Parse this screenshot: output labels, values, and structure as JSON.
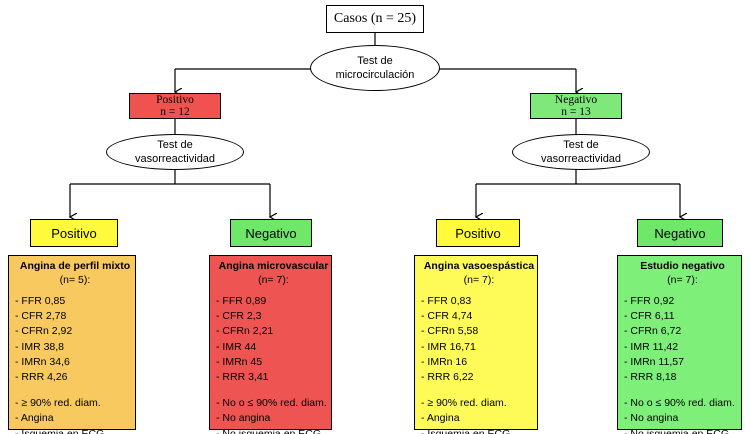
{
  "root": {
    "label": "Casos (n = 25)"
  },
  "test_micro": {
    "line1": "Test de",
    "line2": "microcirculación"
  },
  "micro_positive": {
    "label": "Positivo",
    "n": "n = 12",
    "color": "#f0524f"
  },
  "micro_negative": {
    "label": "Negativo",
    "n": "n = 13",
    "color": "#7ee87a"
  },
  "test_vaso_left": {
    "line1": "Test de",
    "line2": "vasorreactividad"
  },
  "test_vaso_right": {
    "line1": "Test de",
    "line2": "vasorreactividad"
  },
  "level3": {
    "left_pos": {
      "label": "Positivo",
      "color": "#fffb3c"
    },
    "left_neg": {
      "label": "Negativo",
      "color": "#6fe86a"
    },
    "right_pos": {
      "label": "Positivo",
      "color": "#fffb3c"
    },
    "right_neg": {
      "label": "Negativo",
      "color": "#6fe86a"
    }
  },
  "cards": [
    {
      "title": "Angina de perfil mixto",
      "n": "(n= 5):",
      "color": "#f7c95e",
      "metrics": [
        "- FFR 0,85",
        "- CFR 2,78",
        "- CFRn 2,92",
        "- IMR 38,8",
        "- IMRn 34,6",
        "- RRR 4,26"
      ],
      "features": [
        "- ≥ 90% red. diam.",
        "- Angina",
        "- Isquemia en ECG"
      ]
    },
    {
      "title": "Angina microvascular",
      "n": "(n= 7):",
      "color": "#ee5452",
      "metrics": [
        "- FFR 0,89",
        "- CFR 2,3",
        "- CFRn 2,21",
        "- IMR 44",
        "- IMRn 45",
        "- RRR 3,41"
      ],
      "features": [
        "- No o ≤ 90% red. diam.",
        "- No angina",
        "- No isquemia en ECG"
      ]
    },
    {
      "title": "Angina vasoespástica",
      "n": "(n= 7):",
      "color": "#fefb58",
      "metrics": [
        "- FFR 0,83",
        "- CFR 4,74",
        "- CFRn 5,58",
        "- IMR 16,71",
        "- IMRn 16",
        "- RRR 6,22"
      ],
      "features": [
        "- ≥ 90% red. diam.",
        "- Angina",
        "- Isquemia en ECG"
      ]
    },
    {
      "title": "Estudio negativo",
      "n": "(n= 7):",
      "color": "#7ef07a",
      "metrics": [
        "- FFR 0,92",
        "- CFR 6,11",
        "- CFRn 6,72",
        "- IMR 11,42",
        "- IMRn 11,57",
        "- RRR 8,18"
      ],
      "features": [
        "- No o ≤ 90% red. diam.",
        "- No angina",
        "- No isquemia en ECG"
      ]
    }
  ]
}
